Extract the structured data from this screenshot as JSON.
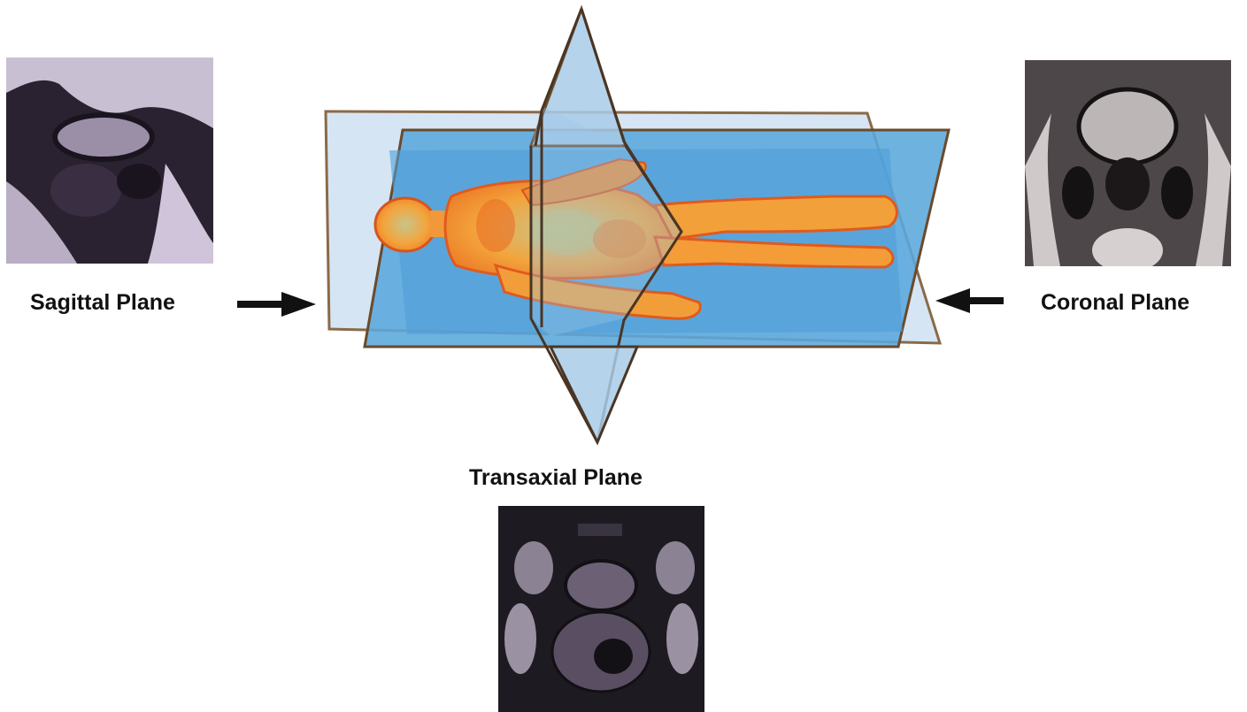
{
  "labels": {
    "sagittal": "Sagittal Plane",
    "coronal": "Coronal Plane",
    "transaxial": "Transaxial Plane"
  },
  "colors": {
    "plane_fill": "#5aa7dc",
    "plane_edge": "#6b4a2a",
    "body": "#f2a03a",
    "body_dark": "#e65a1e",
    "scan_dark": "#1e1a22"
  }
}
